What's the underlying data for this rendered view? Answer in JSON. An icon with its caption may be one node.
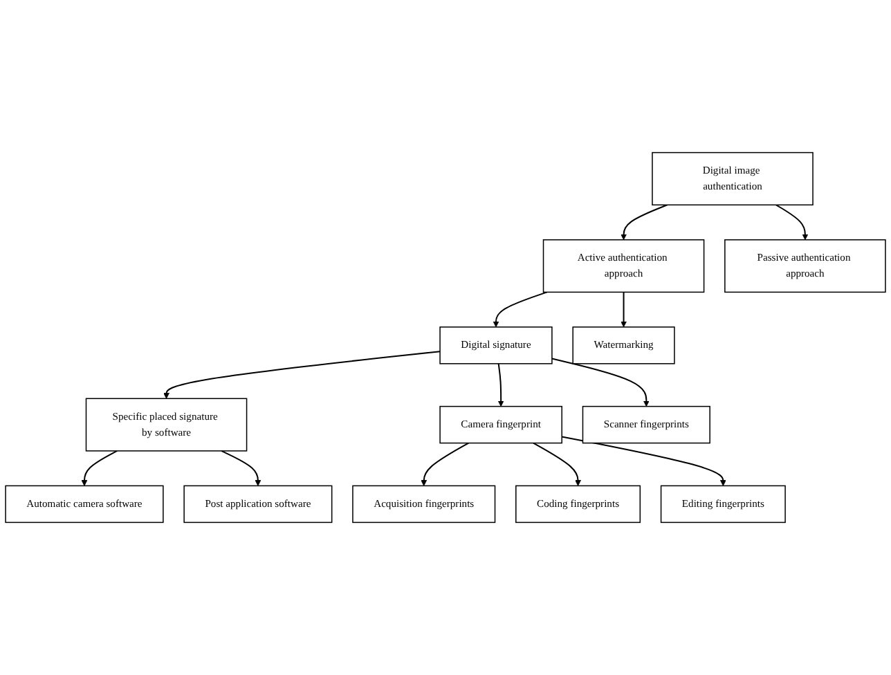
{
  "diagram": {
    "nodes": [
      {
        "text": [
          "Digital image authentication"
        ]
      },
      {
        "text": [
          "Active authentication approach"
        ]
      },
      {
        "text": [
          "Passive authentication approach"
        ]
      },
      {
        "text": [
          "Digital signature"
        ]
      },
      {
        "text": [
          "Watermarking"
        ]
      },
      {
        "text": [
          "Specific placed signature by software"
        ]
      },
      {
        "text": [
          "Camera fingerprint"
        ]
      },
      {
        "text": [
          "Scanner fingerprints"
        ]
      },
      {
        "text": [
          "Automatic camera software"
        ]
      },
      {
        "text": [
          "Post application software"
        ]
      },
      {
        "text": [
          "Acquisition fingerprints"
        ]
      },
      {
        "text": [
          "Coding fingerprints"
        ]
      },
      {
        "text": [
          "Editing fingerprints"
        ]
      }
    ],
    "edges": [
      {
        "from": 0,
        "to": 1,
        "arrow": "to"
      },
      {
        "from": 0,
        "to": 2,
        "arrow": "to"
      },
      {
        "from": 1,
        "to": 3,
        "arrow": "to"
      },
      {
        "from": 1,
        "to": 4,
        "arrow": "to"
      },
      {
        "from": 3,
        "to": 5,
        "arrow": "to"
      },
      {
        "from": 3,
        "to": 6,
        "arrow": "to"
      },
      {
        "from": 3,
        "to": 7,
        "arrow": "to"
      },
      {
        "from": 5,
        "to": 8,
        "arrow": "to"
      },
      {
        "from": 5,
        "to": 9,
        "arrow": "to"
      },
      {
        "from": 6,
        "to": 10,
        "arrow": "to"
      },
      {
        "from": 6,
        "to": 11,
        "arrow": "to"
      },
      {
        "from": 6,
        "to": 12,
        "arrow": "to"
      }
    ]
  }
}
